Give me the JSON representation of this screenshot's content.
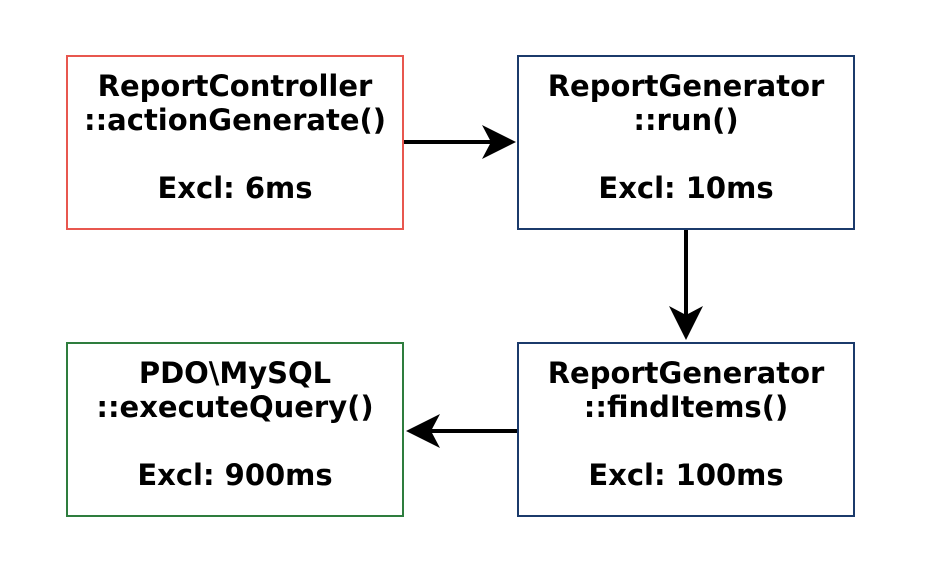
{
  "nodes": [
    {
      "id": "controller",
      "name": "ReportController",
      "method": "::actionGenerate()",
      "excl": "Excl: 6ms",
      "border_color": "#e8574f"
    },
    {
      "id": "run",
      "name": "ReportGenerator",
      "method": "::run()",
      "excl": "Excl: 10ms",
      "border_color": "#1b3a6b"
    },
    {
      "id": "finditems",
      "name": "ReportGenerator",
      "method": "::findItems()",
      "excl": "Excl: 100ms",
      "border_color": "#1b3a6b"
    },
    {
      "id": "pdo",
      "name": "PDO\\MySQL",
      "method": "::executeQuery()",
      "excl": "Excl: 900ms",
      "border_color": "#2e7d3e"
    }
  ],
  "edges": [
    {
      "from": "controller",
      "to": "run"
    },
    {
      "from": "run",
      "to": "finditems"
    },
    {
      "from": "finditems",
      "to": "pdo"
    }
  ],
  "arrow_color": "#000000"
}
